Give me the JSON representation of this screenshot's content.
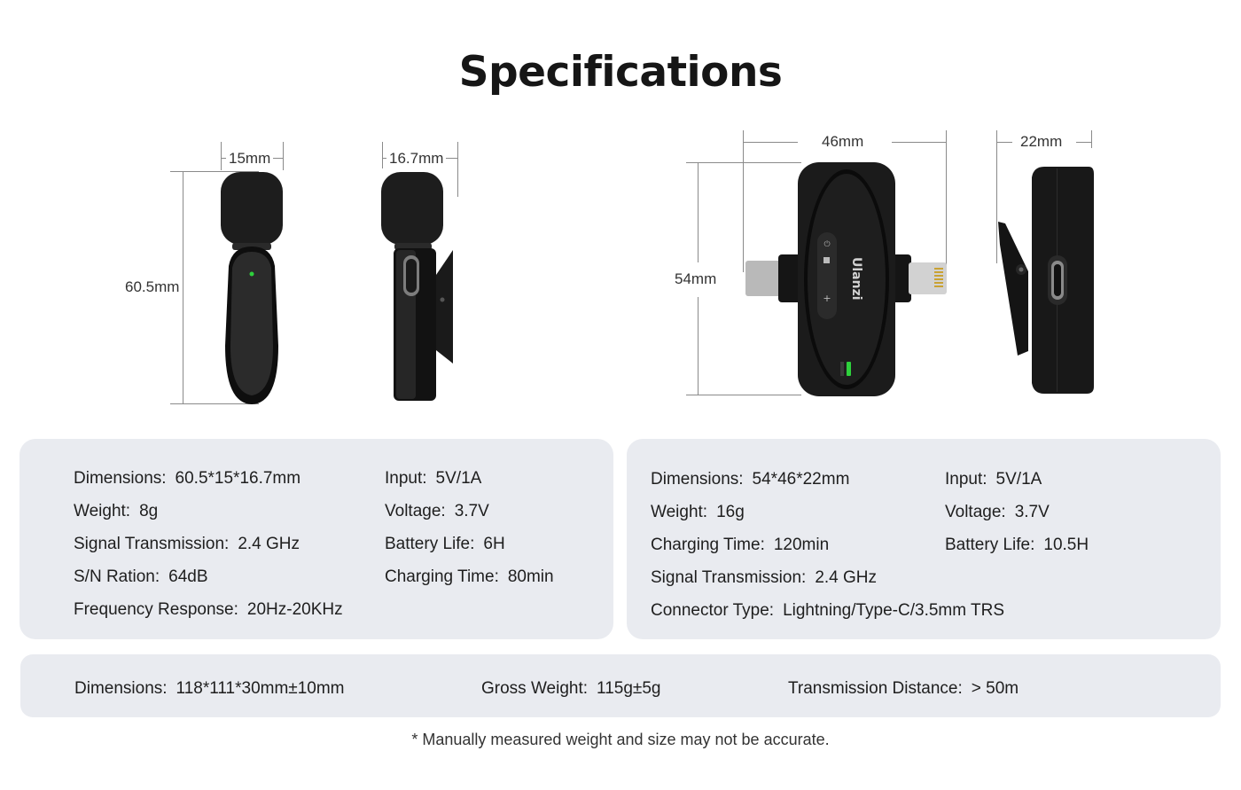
{
  "title": "Specifications",
  "diagram": {
    "transmitter": {
      "width_label": "15mm",
      "depth_label": "16.7mm",
      "height_label": "60.5mm"
    },
    "receiver": {
      "width_label": "46mm",
      "depth_label": "22mm",
      "height_label": "54mm",
      "brand_text": "Ulanzi"
    }
  },
  "transmitter_specs": {
    "left": [
      {
        "key": "Dimensions",
        "value": "60.5*15*16.7mm"
      },
      {
        "key": "Weight",
        "value": "8g"
      },
      {
        "key": "Signal Transmission",
        "value": "2.4 GHz"
      },
      {
        "key": "S/N Ration",
        "value": "64dB"
      },
      {
        "key": "Frequency Response",
        "value": "20Hz-20KHz"
      }
    ],
    "right": [
      {
        "key": "Input",
        "value": "5V/1A"
      },
      {
        "key": "Voltage",
        "value": "3.7V"
      },
      {
        "key": "Battery Life",
        "value": "6H"
      },
      {
        "key": "Charging Time",
        "value": "80min"
      }
    ]
  },
  "receiver_specs": {
    "left": [
      {
        "key": "Dimensions",
        "value": "54*46*22mm"
      },
      {
        "key": "Weight",
        "value": "16g"
      },
      {
        "key": "Charging Time",
        "value": "120min"
      },
      {
        "key": "Signal Transmission",
        "value": "2.4 GHz"
      },
      {
        "key": "Connector Type",
        "value": "Lightning/Type-C/3.5mm TRS"
      }
    ],
    "right": [
      {
        "key": "Input",
        "value": "5V/1A"
      },
      {
        "key": "Voltage",
        "value": "3.7V"
      },
      {
        "key": "Battery Life",
        "value": "10.5H"
      }
    ]
  },
  "package_specs": [
    {
      "key": "Dimensions",
      "value": "118*111*30mm±10mm"
    },
    {
      "key": "Gross Weight",
      "value": "115g±5g"
    },
    {
      "key": "Transmission Distance",
      "value": "> 50m"
    }
  ],
  "footnote": "* Manually measured weight and size may not be accurate.",
  "colors": {
    "panel_bg": "#e9ebf0",
    "led_green": "#2ed13c",
    "device_black": "#1b1b1b"
  }
}
